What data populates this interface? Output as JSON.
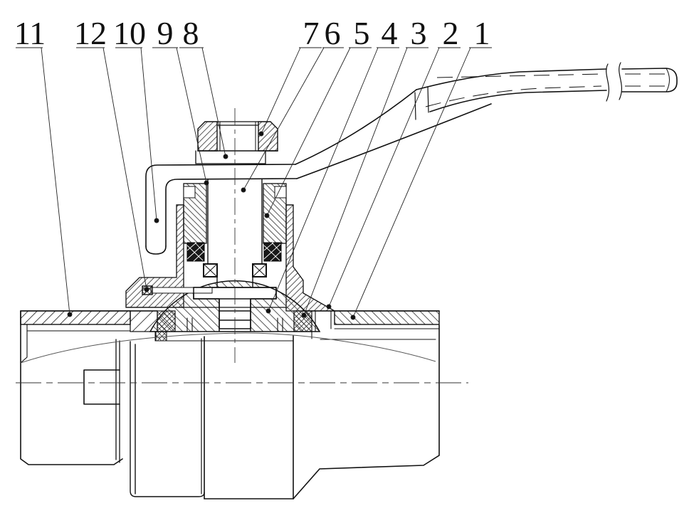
{
  "drawing": {
    "background": "#ffffff",
    "line_color": "#1a1a1a",
    "part_labels": [
      {
        "text": "11"
      },
      {
        "text": "12"
      },
      {
        "text": "10"
      },
      {
        "text": "9"
      },
      {
        "text": "8"
      },
      {
        "text": "7"
      },
      {
        "text": "6"
      },
      {
        "text": "5"
      },
      {
        "text": "4"
      },
      {
        "text": "3"
      },
      {
        "text": "2"
      },
      {
        "text": "1"
      }
    ]
  }
}
